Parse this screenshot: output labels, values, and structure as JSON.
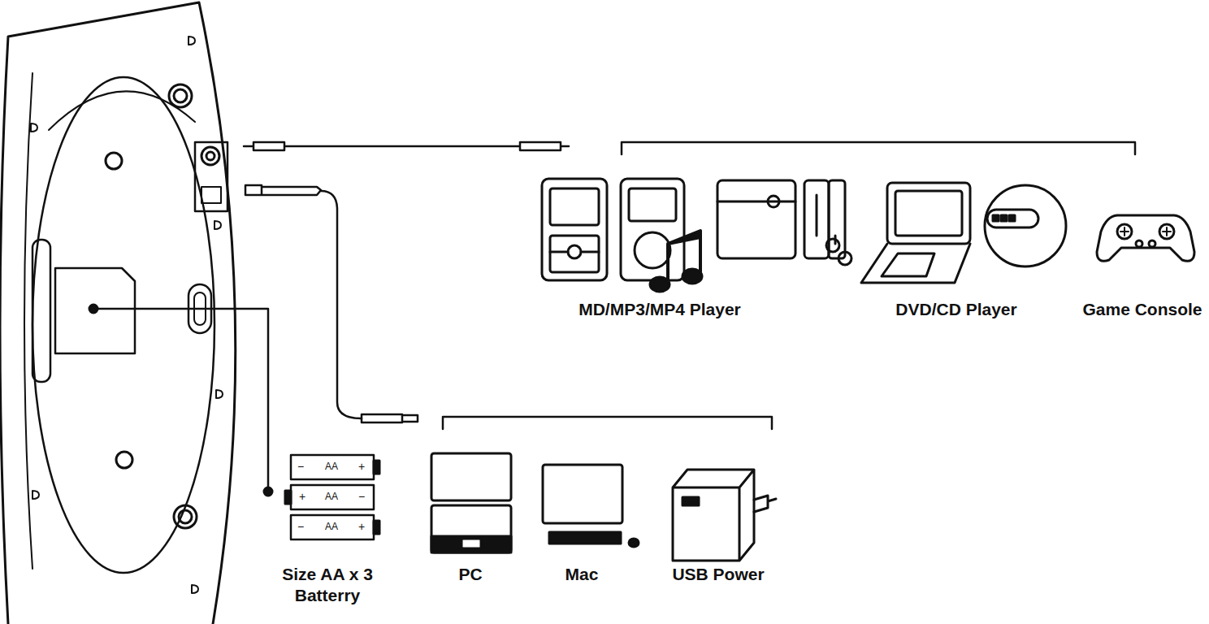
{
  "diagram": {
    "labels": [
      "MD/MP3/MP4 Player",
      "DVD/CD Player",
      "Game Console",
      "−",
      "AA",
      "+",
      "+",
      "AA",
      "−",
      "−",
      "AA",
      "+",
      "Size AA x 3 Batterry",
      "PC",
      "Mac",
      "USB Power"
    ]
  }
}
